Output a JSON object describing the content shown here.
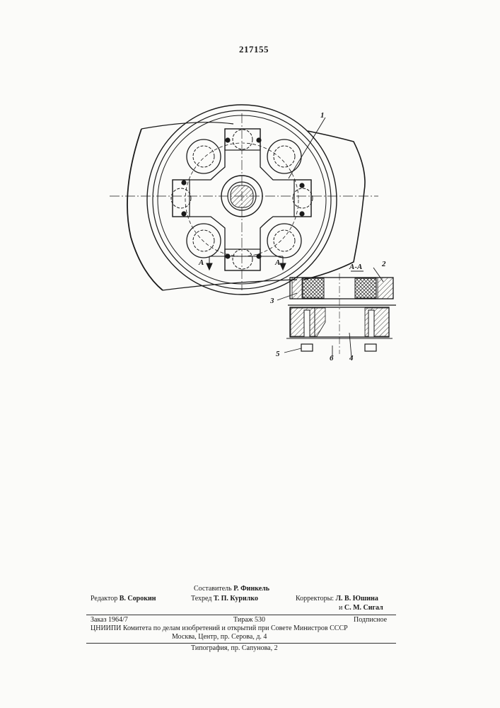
{
  "patent_number": "217155",
  "labels": {
    "part_1": "1",
    "part_2": "2",
    "part_3": "3",
    "part_4": "4",
    "part_5": "5",
    "part_6": "6",
    "section_marker_left": "A",
    "section_marker_right": "A",
    "section_title": "А-А"
  },
  "credits": {
    "compiler_label": "Составитель",
    "compiler_name": "Р. Финкель",
    "editor_label": "Редактор",
    "editor_name": "В. Сорокин",
    "techred_label": "Техред",
    "techred_name": "Т. П. Курилко",
    "correctors_label": "Корректоры:",
    "corrector_1": "Л. В. Юшина",
    "corrector_2_prefix": "и",
    "corrector_2": "С. М. Сигал"
  },
  "imprint": {
    "order": "Заказ 1964/7",
    "circulation": "Тираж 530",
    "subscription": "Подписное",
    "institute": "ЦНИИПИ Комитета по делам изобретений и открытий при Совете Министров СССР",
    "address": "Москва, Центр, пр. Серова, д. 4",
    "printing": "Типография, пр. Сапунова, 2"
  }
}
